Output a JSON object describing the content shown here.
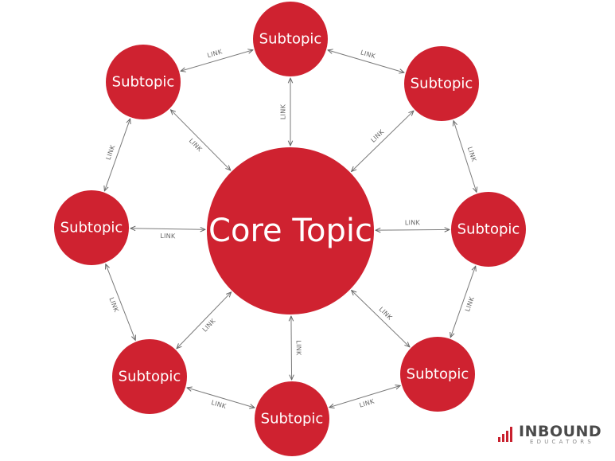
{
  "core": {
    "label": "Core Topic",
    "color": "#cf2230"
  },
  "subtopics": [
    {
      "label": "Subtopic"
    },
    {
      "label": "Subtopic"
    },
    {
      "label": "Subtopic"
    },
    {
      "label": "Subtopic"
    },
    {
      "label": "Subtopic"
    },
    {
      "label": "Subtopic"
    },
    {
      "label": "Subtopic"
    },
    {
      "label": "Subtopic"
    }
  ],
  "link_label": "LINK",
  "logo": {
    "name": "INBOUND",
    "sub": "EDUCATORS",
    "accent": "#c8202e"
  }
}
